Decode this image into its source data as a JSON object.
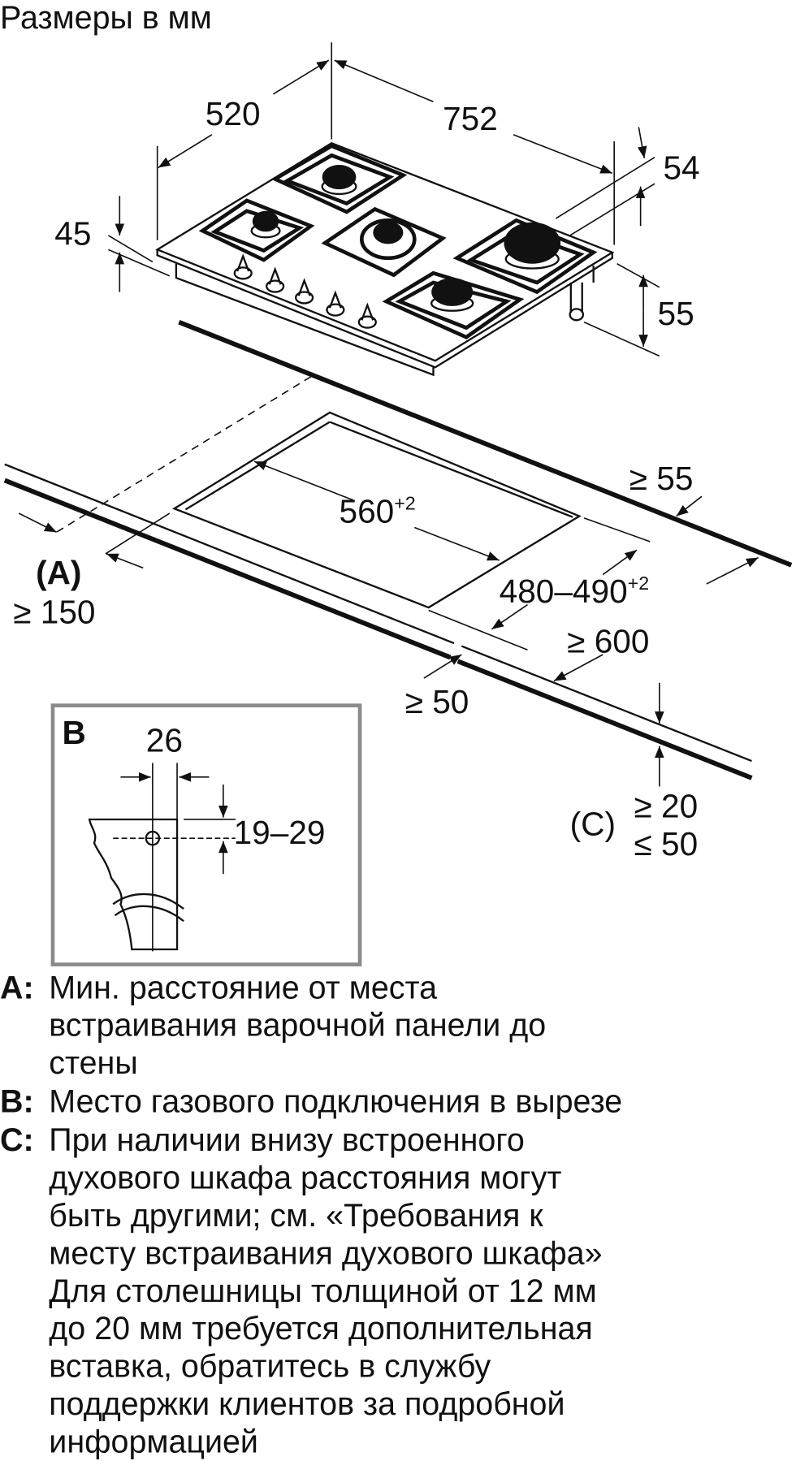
{
  "title": "Размеры в мм",
  "hob_dimensions": {
    "depth": "520",
    "width": "752",
    "d54": "54",
    "d45": "45",
    "d55": "55"
  },
  "cutout": {
    "width": "560",
    "width_tol": "+2",
    "depth": "480–490",
    "depth_tol": "+2",
    "back_clearance": "≥ 55",
    "counter_depth": "≥ 600",
    "front_clearance": "≥ 50",
    "wall_label": "(A)",
    "wall_clearance": "≥ 150",
    "thickness_label": "(C)",
    "thickness_min": "≥ 20",
    "thickness_max": "≤ 50"
  },
  "detail_b": {
    "label": "B",
    "width": "26",
    "height": "19–29"
  },
  "legend": [
    {
      "key": "A:",
      "lines": [
        "Мин. расстояние от места",
        "встраивания варочной панели до",
        "стены"
      ]
    },
    {
      "key": "B:",
      "lines": [
        "Место газового подключения в вырезе"
      ]
    },
    {
      "key": "C:",
      "lines": [
        "При наличии внизу встроенного",
        "духового шкафа расстояния могут",
        "быть другими; см. «Требования к",
        "месту встраивания духового шкафа»",
        "Для столешницы толщиной от 12 мм",
        "до 20 мм требуется дополнительная",
        "вставка, обратитесь в службу",
        "поддержки клиентов за подробной",
        "информацией"
      ]
    }
  ],
  "colors": {
    "ink": "#111111",
    "frame": "#8a8a8a"
  }
}
